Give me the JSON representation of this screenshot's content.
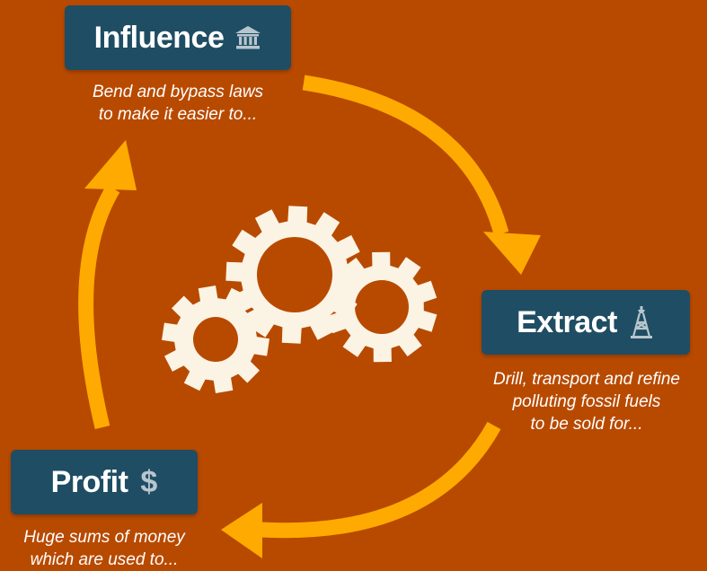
{
  "colors": {
    "background": "#B84A00",
    "box": "#1F4D63",
    "arrow": "#FFAA00",
    "gear": "#FBF3E4",
    "text": "#FFFFFF",
    "icon": "#B7C6CE"
  },
  "stages": {
    "influence": {
      "title": "Influence",
      "icon": "bank-building-icon",
      "desc": [
        "Bend and bypass laws",
        "to make it easier to..."
      ]
    },
    "extract": {
      "title": "Extract",
      "icon": "oil-derrick-icon",
      "desc": [
        "Drill, transport and refine",
        "polluting fossil fuels",
        "to be sold for..."
      ]
    },
    "profit": {
      "title": "Profit",
      "icon": "dollar-sign-icon",
      "icon_glyph": "$",
      "desc": [
        "Huge sums of money",
        "which are used to..."
      ]
    }
  },
  "center_graphic": "gears-icon",
  "flow": [
    "influence",
    "extract",
    "profit"
  ]
}
